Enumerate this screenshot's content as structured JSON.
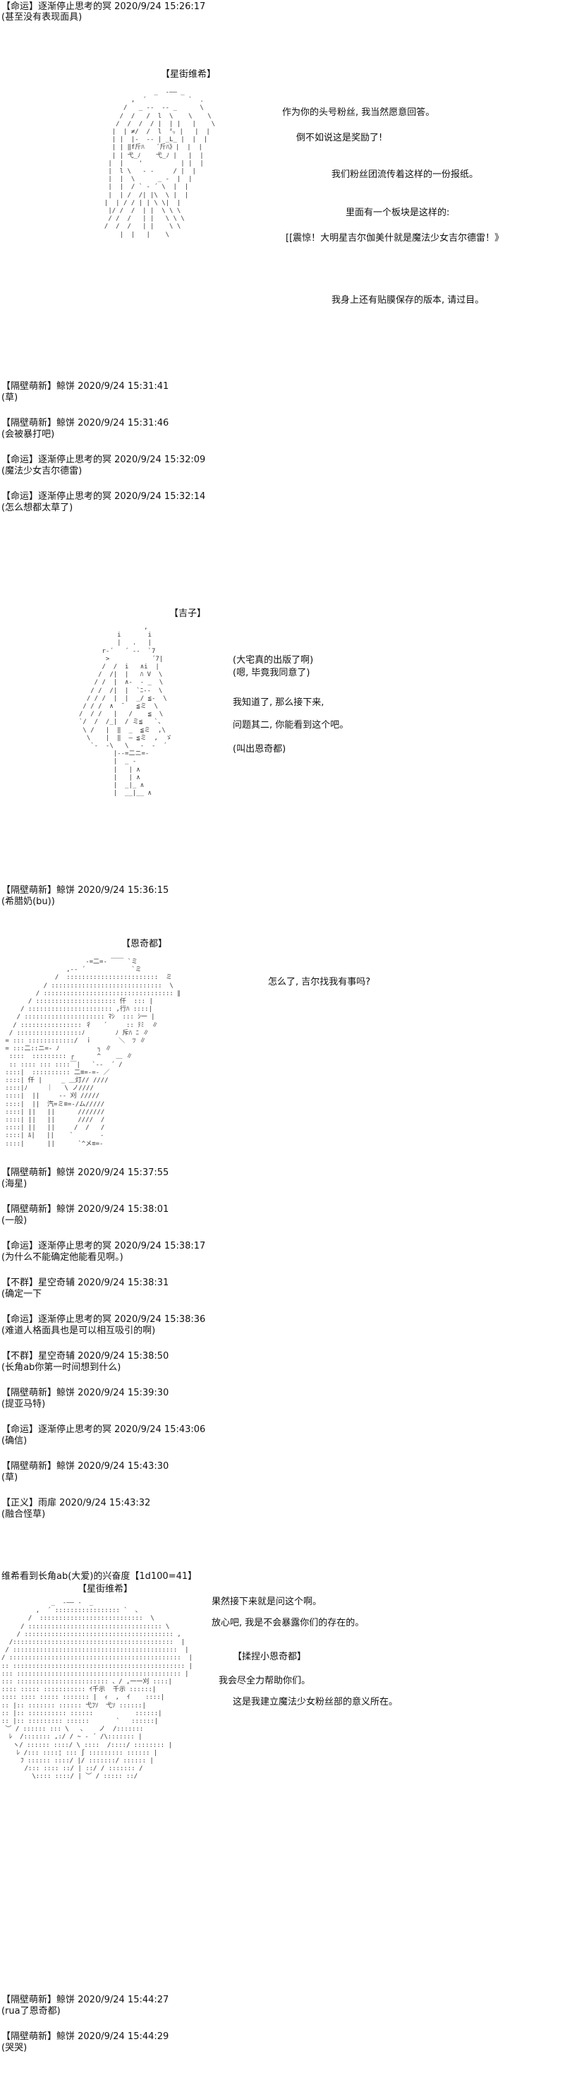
{
  "comments": [
    {
      "id": "c1",
      "header": "【命运】逐渐停止思考的冥 2020/9/24 15:26:17",
      "body": "(甚至没有表现面具)"
    },
    {
      "id": "c2",
      "header": "【隔壁萌新】鲸饼 2020/9/24 15:31:41",
      "body": "(草)"
    },
    {
      "id": "c3",
      "header": "【隔壁萌新】鲸饼 2020/9/24 15:31:46",
      "body": "(会被暴打吧)"
    },
    {
      "id": "c4",
      "header": "【命运】逐渐停止思考的冥 2020/9/24 15:32:09",
      "body": "(魔法少女吉尔德雷)"
    },
    {
      "id": "c5",
      "header": "【命运】逐渐停止思考的冥 2020/9/24 15:32:14",
      "body": "(怎么想都太草了)"
    },
    {
      "id": "c6",
      "header": "【隔壁萌新】鲸饼 2020/9/24 15:36:15",
      "body": "(希腊奶(bu))"
    },
    {
      "id": "c7",
      "header": "【隔壁萌新】鲸饼 2020/9/24 15:37:55",
      "body": "(海星)"
    },
    {
      "id": "c8",
      "header": "【隔壁萌新】鲸饼 2020/9/24 15:38:01",
      "body": "(一般)"
    },
    {
      "id": "c9",
      "header": "【命运】逐渐停止思考的冥 2020/9/24 15:38:17",
      "body": "(为什么不能确定他能看见啊。)"
    },
    {
      "id": "c10",
      "header": "【不群】星空奇辅 2020/9/24 15:38:31",
      "body": "(确定一下"
    },
    {
      "id": "c11",
      "header": "【命运】逐渐停止思考的冥 2020/9/24 15:38:36",
      "body": "(难道人格面具也是可以相互吸引的啊)"
    },
    {
      "id": "c12",
      "header": "【不群】星空奇辅 2020/9/24 15:38:50",
      "body": "(长角ab你第一时间想到什么)"
    },
    {
      "id": "c13",
      "header": "【隔壁萌新】鲸饼 2020/9/24 15:39:30",
      "body": "(提亚马特)"
    },
    {
      "id": "c14",
      "header": "【命运】逐渐停止思考的冥 2020/9/24 15:43:06",
      "body": "(确信)"
    },
    {
      "id": "c15",
      "header": "【隔壁萌新】鲸饼 2020/9/24 15:43:30",
      "body": "(草)"
    },
    {
      "id": "c16",
      "header": "【正义】雨扉 2020/9/24 15:43:32",
      "body": "(融合怪草)"
    },
    {
      "id": "c17",
      "header": "【隔壁萌新】鲸饼 2020/9/24 15:44:27",
      "body": "(rua了恩奇都)"
    },
    {
      "id": "c18",
      "header": "【隔壁萌新】鲸饼 2020/9/24 15:44:29",
      "body": "(哭哭)"
    }
  ],
  "scene1": {
    "name": "【星街维希】",
    "lines": [
      "作为你的头号粉丝, 我当然愿意回答。",
      "倒不如说这是奖励了!",
      "我们粉丝团流传着这样的一份报纸。",
      "里面有一个板块是这样的:",
      "[[震惊！大明星吉尔伽美什就是魔法少女吉尔德雷！》",
      "我身上还有贴膜保存的版本, 请过目。"
    ]
  },
  "scene2": {
    "name": "【吉子】",
    "lines": [
      "(大宅真的出版了啊)",
      "(嗯, 毕竟我同意了)",
      "我知道了, 那么接下来,",
      "问题其二, 你能看到这个吧。",
      "(叫出恩奇都)"
    ]
  },
  "scene3": {
    "name": "【恩奇都】",
    "lines": [
      "怎么了, 吉尔找我有事吗?"
    ]
  },
  "scene4": {
    "intro": "维希看到长角ab(大爱)的兴奋度【1d100=41】",
    "name": "【星街维希】",
    "lines": [
      "果然接下来就是问这个啊。",
      "放心吧, 我是不会暴露你们的存在的。",
      "我会尽全力帮助你们。",
      "这是我建立魔法少女粉丝部的意义所在。"
    ],
    "side_name": "【揉捏小恩奇都】"
  }
}
